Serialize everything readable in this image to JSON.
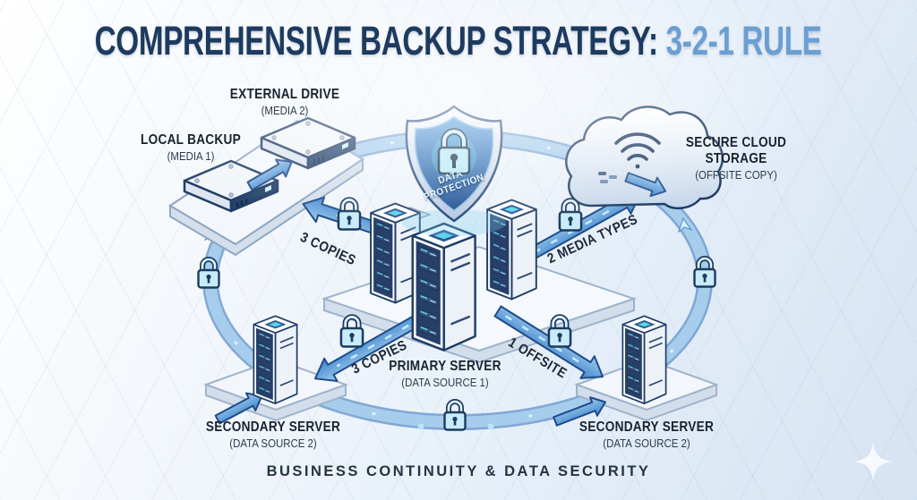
{
  "title": {
    "prefix": "COMPREHENSIVE BACKUP STRATEGY: ",
    "highlight": "3-2-1 RULE"
  },
  "shield": {
    "line1": "DATA",
    "line2": "PROTECTION"
  },
  "nodes": {
    "external_drive": {
      "title": "EXTERNAL DRIVE",
      "subtitle": "(MEDIA 2)"
    },
    "local_backup": {
      "title": "LOCAL BACKUP",
      "subtitle": "(MEDIA 1)"
    },
    "cloud": {
      "line1": "SECURE CLOUD",
      "line2": "STORAGE",
      "subtitle": "(OFFSITE COPY)"
    },
    "primary": {
      "title": "PRIMARY SERVER",
      "subtitle": "(DATA SOURCE 1)"
    },
    "secondary_left": {
      "title": "SECONDARY SERVER",
      "subtitle": "(DATA SOURCE 2)"
    },
    "secondary_right": {
      "title": "SECONDARY SERVER",
      "subtitle": "(DATA SOURCE 2)"
    }
  },
  "edge_labels": {
    "copies_top": "3 COPIES",
    "media_types": "2 MEDIA TYPES",
    "copies_bottom": "3 COPIES",
    "offsite": "1 OFFSITE"
  },
  "footer": "BUSINESS CONTINUITY & DATA SECURITY",
  "icons": {
    "shield": "shield-lock-icon",
    "padlock": "padlock-icon",
    "cloud": "cloud-icon",
    "wifi": "wifi-icon",
    "server": "server-tower-icon",
    "drive": "hard-drive-icon",
    "sparkle": "sparkle-icon",
    "ring": "circular-flow-arrow"
  },
  "colors": {
    "title_primary": "#1d3a5f",
    "title_accent": "#6b9fd3",
    "arrow_fill_light": "#9ecbee",
    "arrow_fill_dark": "#3f84cc",
    "arrow_outline": "#1f4c86",
    "ring_band": "#a7cdec",
    "lock_fill": "#c9ecfa",
    "server_panel": "#27406a",
    "led_cyan": "#5fe0ef",
    "label_text": "#18232f",
    "background_top": "#ffffff",
    "background_bottom": "#d6e3f2"
  }
}
